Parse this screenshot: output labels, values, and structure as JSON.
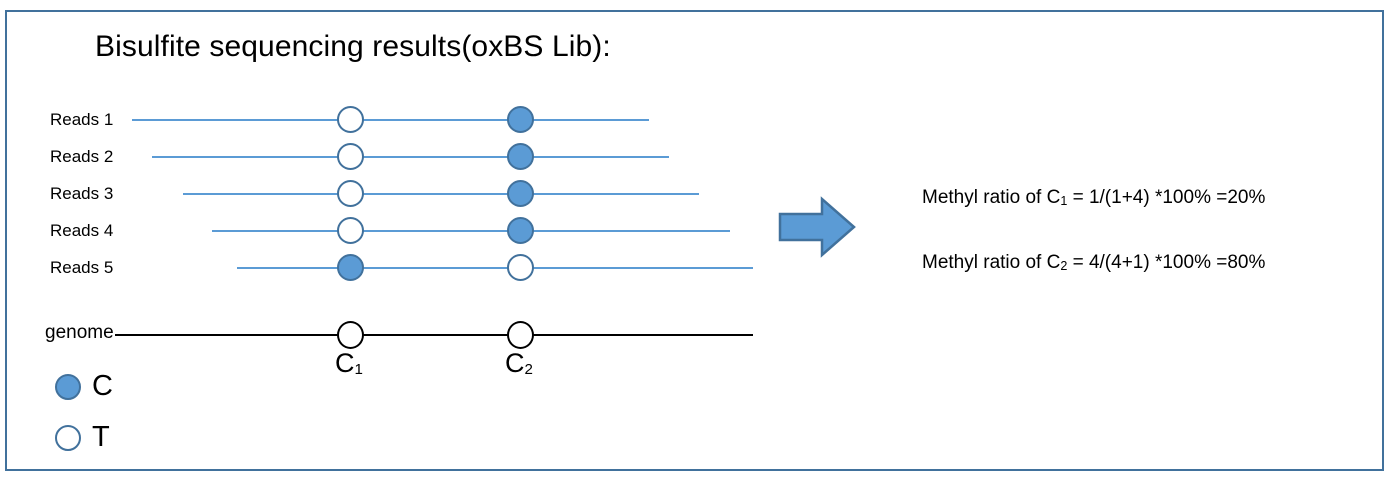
{
  "frame": {
    "border_color": "#41719C"
  },
  "title": "Bisulfite sequencing results(oxBS Lib):",
  "colors": {
    "read_line": "#5B9BD5",
    "circle_fill": "#5B9BD5",
    "circle_stroke": "#41719C",
    "genome_line": "#000000",
    "arrow_fill": "#5B9BD5",
    "arrow_stroke": "#41719C"
  },
  "reads": [
    {
      "label": "Reads 1",
      "c1": "T",
      "c2": "C"
    },
    {
      "label": "Reads 2",
      "c1": "T",
      "c2": "C"
    },
    {
      "label": "Reads 3",
      "c1": "T",
      "c2": "C"
    },
    {
      "label": "Reads 4",
      "c1": "T",
      "c2": "C"
    },
    {
      "label": "Reads 5",
      "c1": "C",
      "c2": "T"
    }
  ],
  "genome": {
    "label": "genome",
    "sites": [
      {
        "base": "C",
        "sub": "1"
      },
      {
        "base": "C",
        "sub": "2"
      }
    ]
  },
  "legend": [
    {
      "symbol": "filled",
      "label": "C"
    },
    {
      "symbol": "open",
      "label": "T"
    }
  ],
  "arrow": {
    "icon": "right-arrow-icon"
  },
  "equations": [
    {
      "prefix": "Methyl ratio of C",
      "sub": "1",
      "expr": " = 1/(1+4) *100% =20%"
    },
    {
      "prefix": "Methyl ratio of C",
      "sub": "2",
      "expr": " = 4/(4+1) *100% =80%"
    }
  ]
}
